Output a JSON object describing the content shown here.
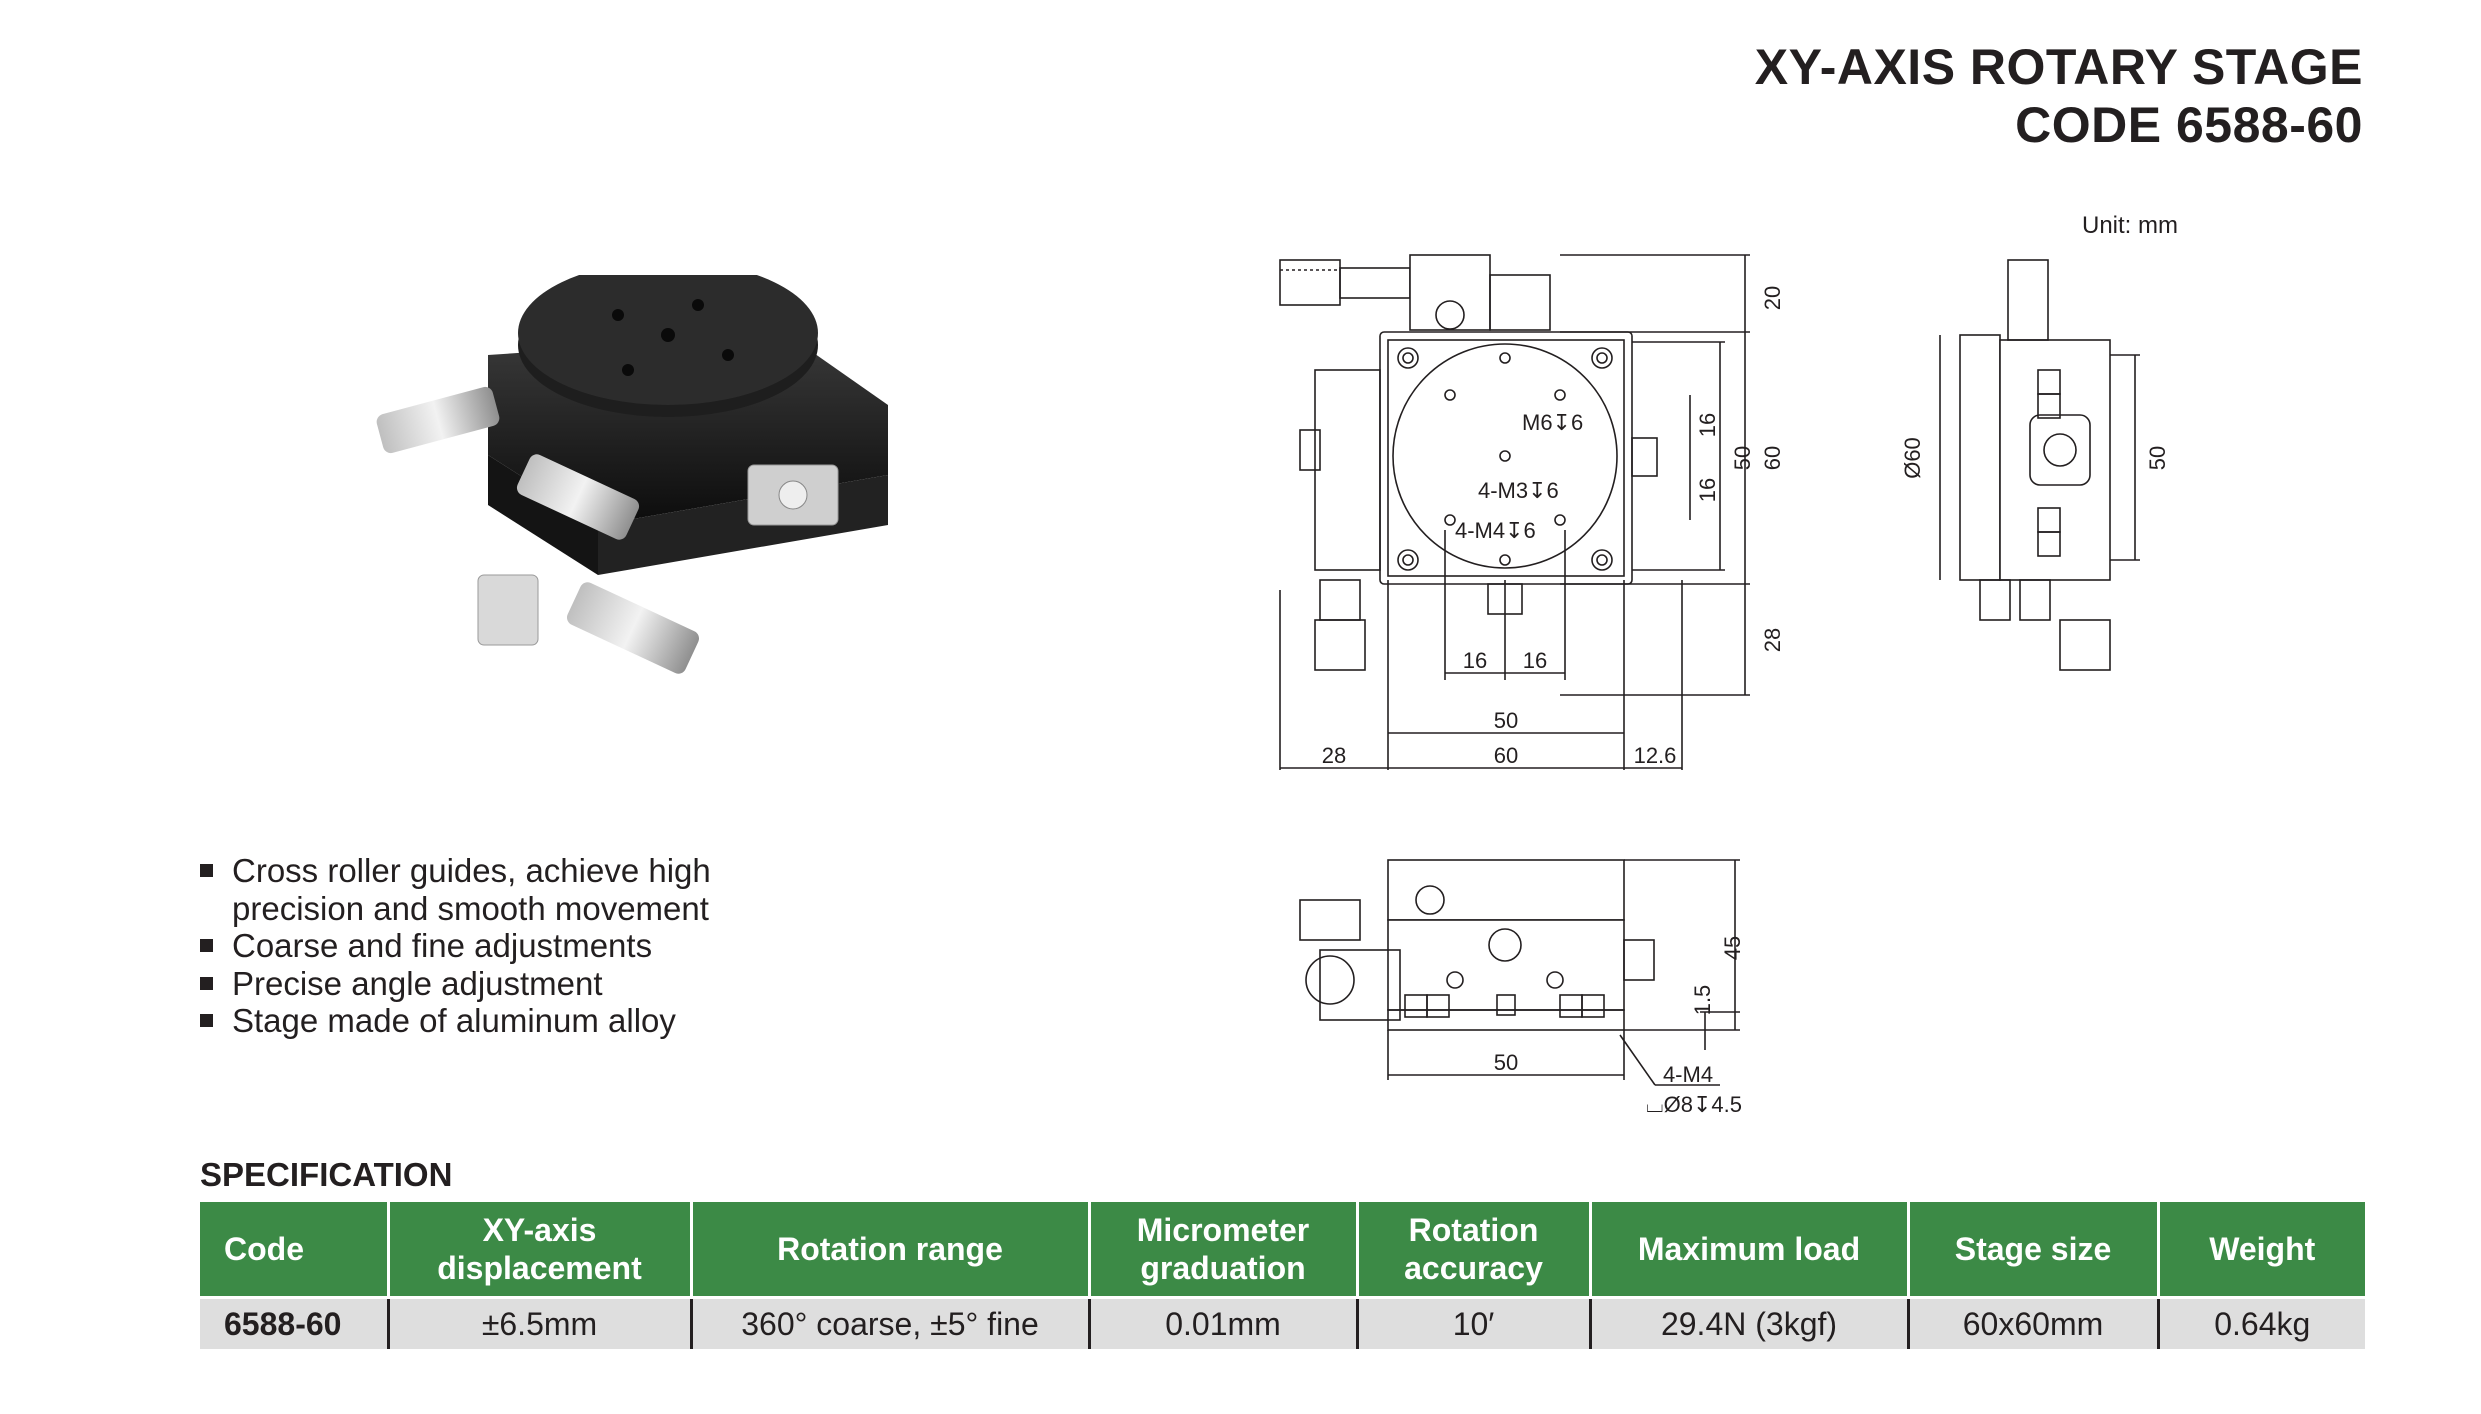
{
  "header": {
    "title_line1": "XY-AXIS ROTARY STAGE",
    "title_line2": "CODE 6588-60"
  },
  "drawing": {
    "unit": "Unit: mm",
    "top_view": {
      "dim_top": "20",
      "dim_bottom": "28",
      "dim_50_v": "50",
      "dim_60_v": "60",
      "dim_16_a": "16",
      "dim_16_b": "16",
      "hole_m6": "M6↧6",
      "hole_m3": "4-M3↧6",
      "hole_m4": "4-M4↧6",
      "dim_16_h1": "16",
      "dim_16_h2": "16",
      "dim_50_h": "50",
      "dim_28_h": "28",
      "dim_60_h": "60",
      "dim_12_6": "12.6"
    },
    "side_view": {
      "dim_dia": "Ø60",
      "dim_50": "50"
    },
    "front_view": {
      "dim_45": "45",
      "dim_1_5": "1.5",
      "dim_50": "50",
      "note_m4": "4-M4",
      "note_cb": "⌴Ø8↧4.5"
    }
  },
  "features": [
    "Cross roller guides, achieve high precision and smooth movement",
    "Coarse and fine adjustments",
    "Precise angle adjustment",
    "Stage made of aluminum alloy"
  ],
  "specification": {
    "heading": "SPECIFICATION",
    "columns": [
      "Code",
      "XY-axis displacement",
      "Rotation range",
      "Micrometer graduation",
      "Rotation accuracy",
      "Maximum load",
      "Stage size",
      "Weight"
    ],
    "rows": [
      [
        "6588-60",
        "±6.5mm",
        "360° coarse, ±5° fine",
        "0.01mm",
        "10′",
        "29.4N (3kgf)",
        "60x60mm",
        "0.64kg"
      ]
    ]
  },
  "colors": {
    "table_header": "#3c8a46",
    "table_row": "#dedede",
    "text": "#231f20"
  }
}
